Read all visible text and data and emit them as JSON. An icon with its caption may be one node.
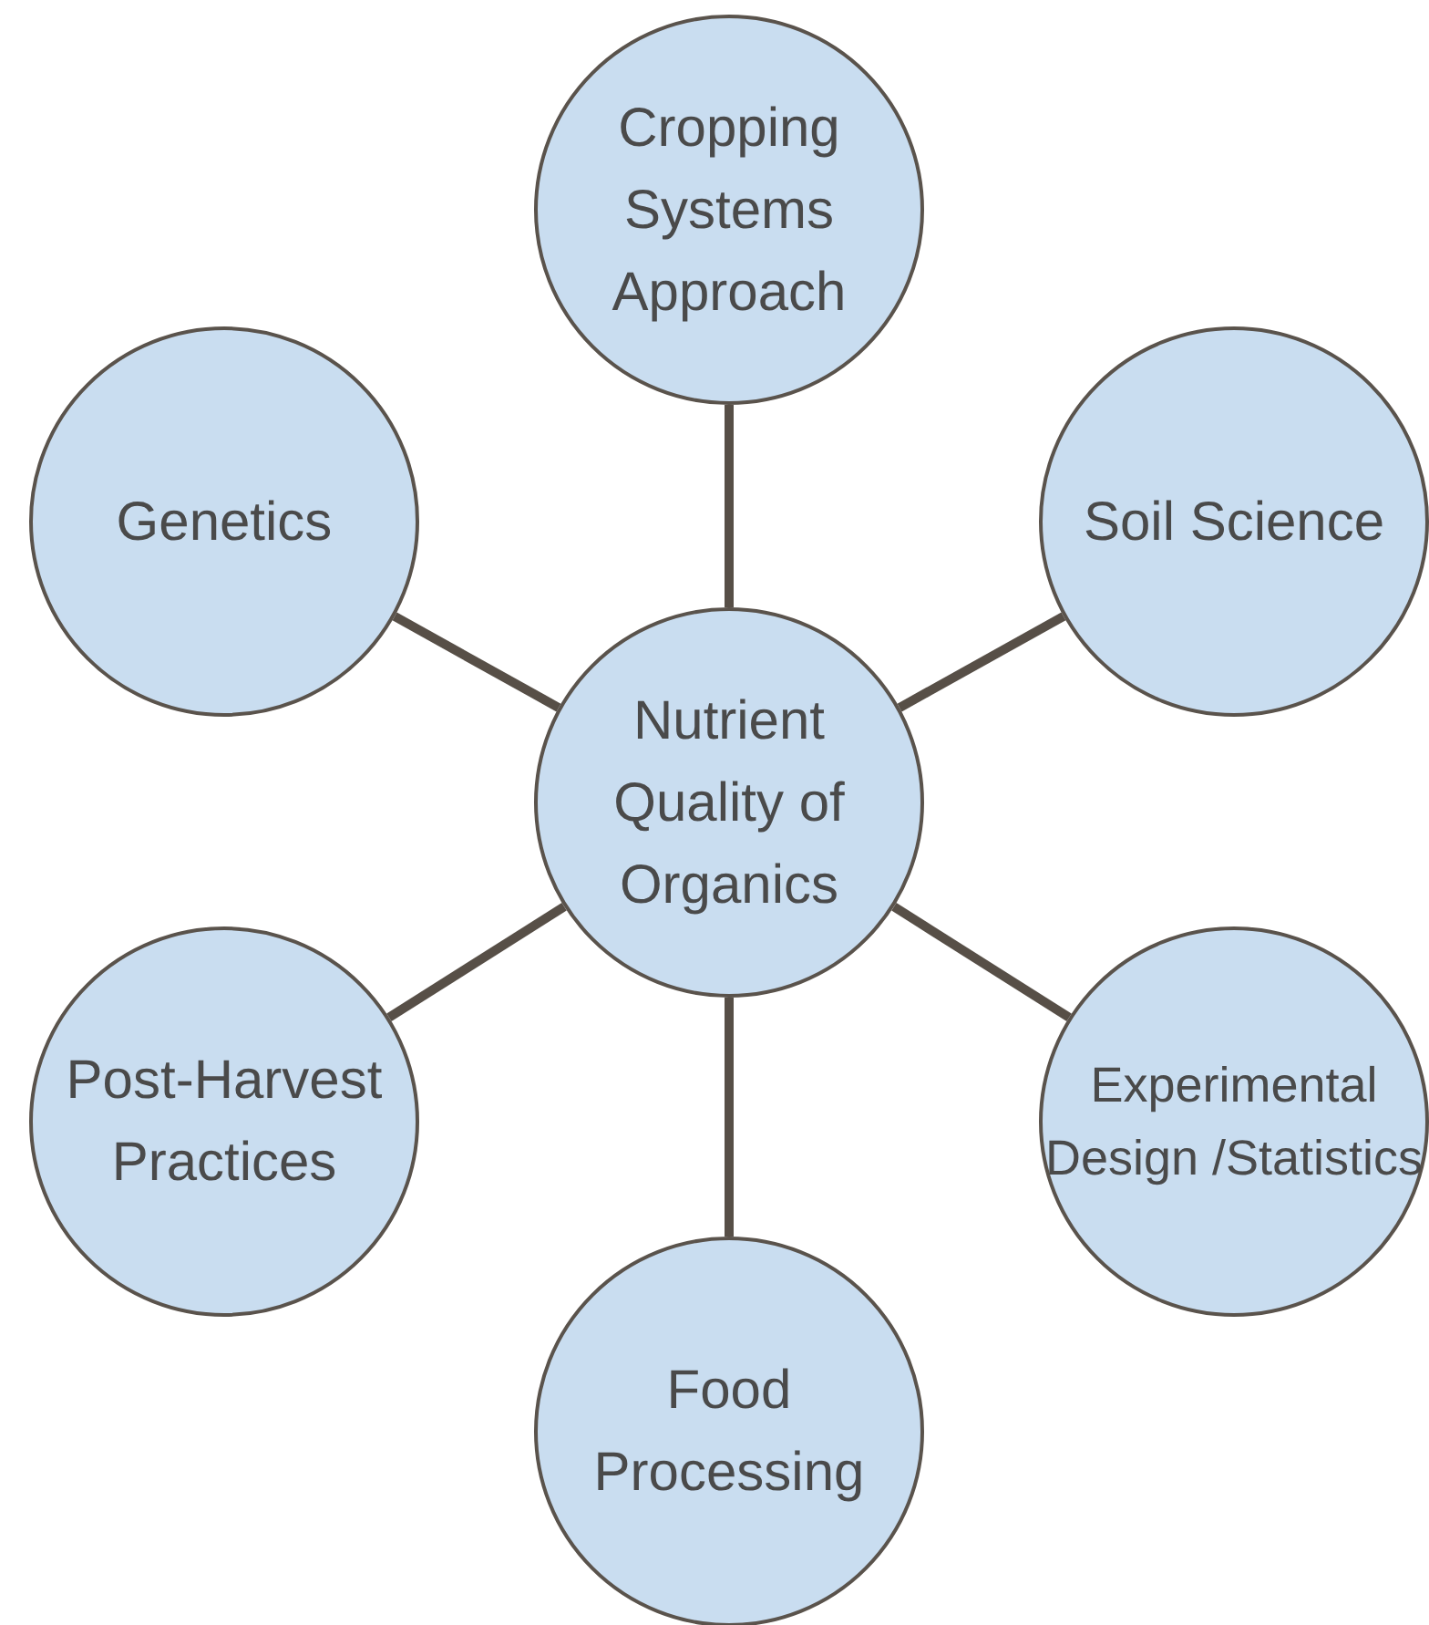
{
  "diagram": {
    "nodes": [
      {
        "text": [
          "Cropping Systems Approach"
        ]
      },
      {
        "text": [
          "Soil Science"
        ]
      },
      {
        "text": [
          "Genetics"
        ]
      },
      {
        "text": [
          "Nutrient Quality of Organics"
        ]
      },
      {
        "text": [
          "Post-Harvest Practices"
        ]
      },
      {
        "text": [
          "Experimental Design /Statistics"
        ]
      },
      {
        "text": [
          "Food Processing"
        ]
      }
    ],
    "edges": [
      {
        "from": 3,
        "to": 0,
        "arrow": "none"
      },
      {
        "from": 3,
        "to": 1,
        "arrow": "none"
      },
      {
        "from": 3,
        "to": 2,
        "arrow": "none"
      },
      {
        "from": 3,
        "to": 4,
        "arrow": "none"
      },
      {
        "from": 3,
        "to": 5,
        "arrow": "none"
      },
      {
        "from": 3,
        "to": 6,
        "arrow": "none"
      }
    ]
  }
}
